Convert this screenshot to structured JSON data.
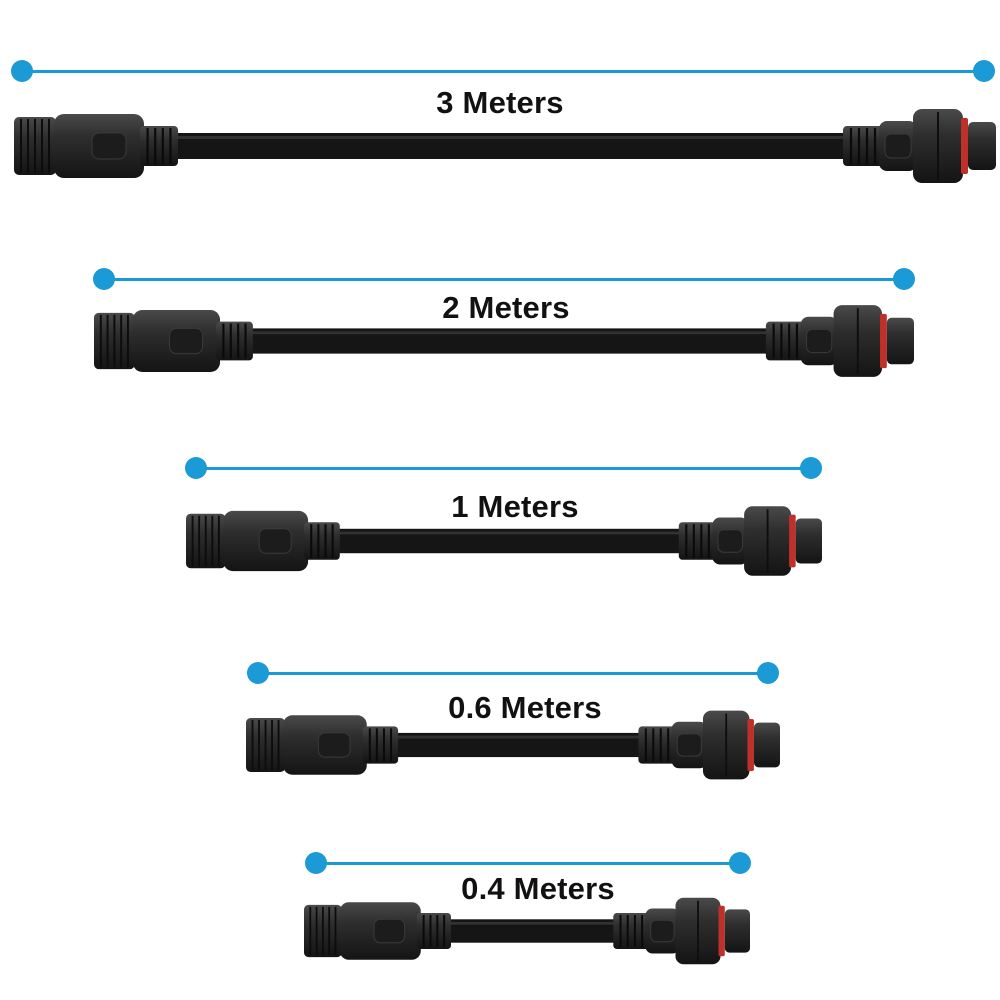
{
  "cables": [
    {
      "label": "3 Meters",
      "accent": "#1b9ad6"
    },
    {
      "label": "2 Meters",
      "accent": "#1b9ad6"
    },
    {
      "label": "1 Meters",
      "accent": "#1b9ad6"
    },
    {
      "label": "0.6 Meters",
      "accent": "#1b9ad6"
    },
    {
      "label": "0.4 Meters",
      "accent": "#1b9ad6"
    }
  ],
  "colors": {
    "measure_line": "#1b9ad6",
    "cable": "#151515",
    "connector": "#2b2b2b",
    "seal_ring": "#c0302a",
    "background": "#ffffff"
  }
}
